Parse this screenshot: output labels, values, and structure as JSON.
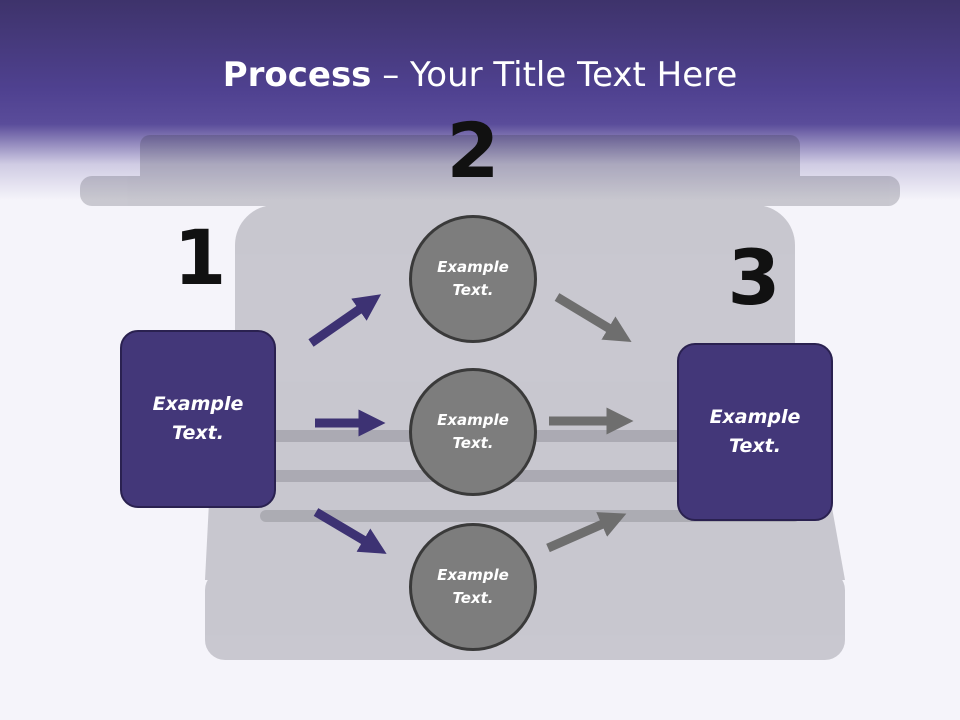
{
  "slide": {
    "title_bold": "Process",
    "title_rest": " – Your Title Text Here"
  },
  "steps": {
    "one": "1",
    "two": "2",
    "three": "3"
  },
  "left_box": {
    "text": "Example Text."
  },
  "right_box": {
    "text": "Example Text."
  },
  "circles": [
    {
      "text": "Example Text."
    },
    {
      "text": "Example Text."
    },
    {
      "text": "Example Text."
    }
  ],
  "colors": {
    "title_band": "#4f4190",
    "box_fill": "#433779",
    "circle_fill": "#7d7d7d",
    "arrow_purple": "#3d3273",
    "arrow_gray": "#6e6e6e"
  }
}
